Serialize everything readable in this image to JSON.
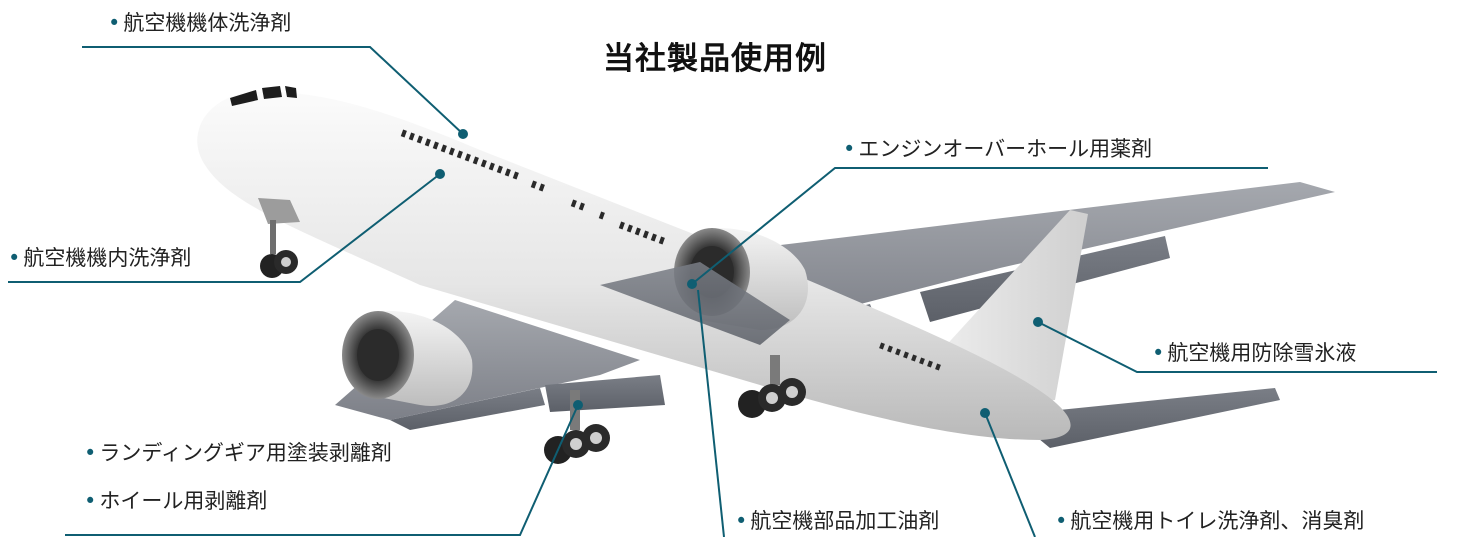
{
  "title": "当社製品使用例",
  "colors": {
    "leader": "#0f5e72",
    "bullet": "#0f5e72",
    "text": "#222222"
  },
  "bullet": "•",
  "labels": {
    "fuselage_wash": "航空機機体洗浄剤",
    "cabin_wash": "航空機機内洗浄剤",
    "engine_overhaul": "エンジンオーバーホール用薬剤",
    "deicing": "航空機用防除雪氷液",
    "landing_gear_stripper": "ランディングギア用塗装剥離剤",
    "wheel_stripper": "ホイール用剥離剤",
    "parts_oil": "航空機部品加工油剤",
    "toilet_cleaner": "航空機用トイレ洗浄剤、消臭剤"
  }
}
